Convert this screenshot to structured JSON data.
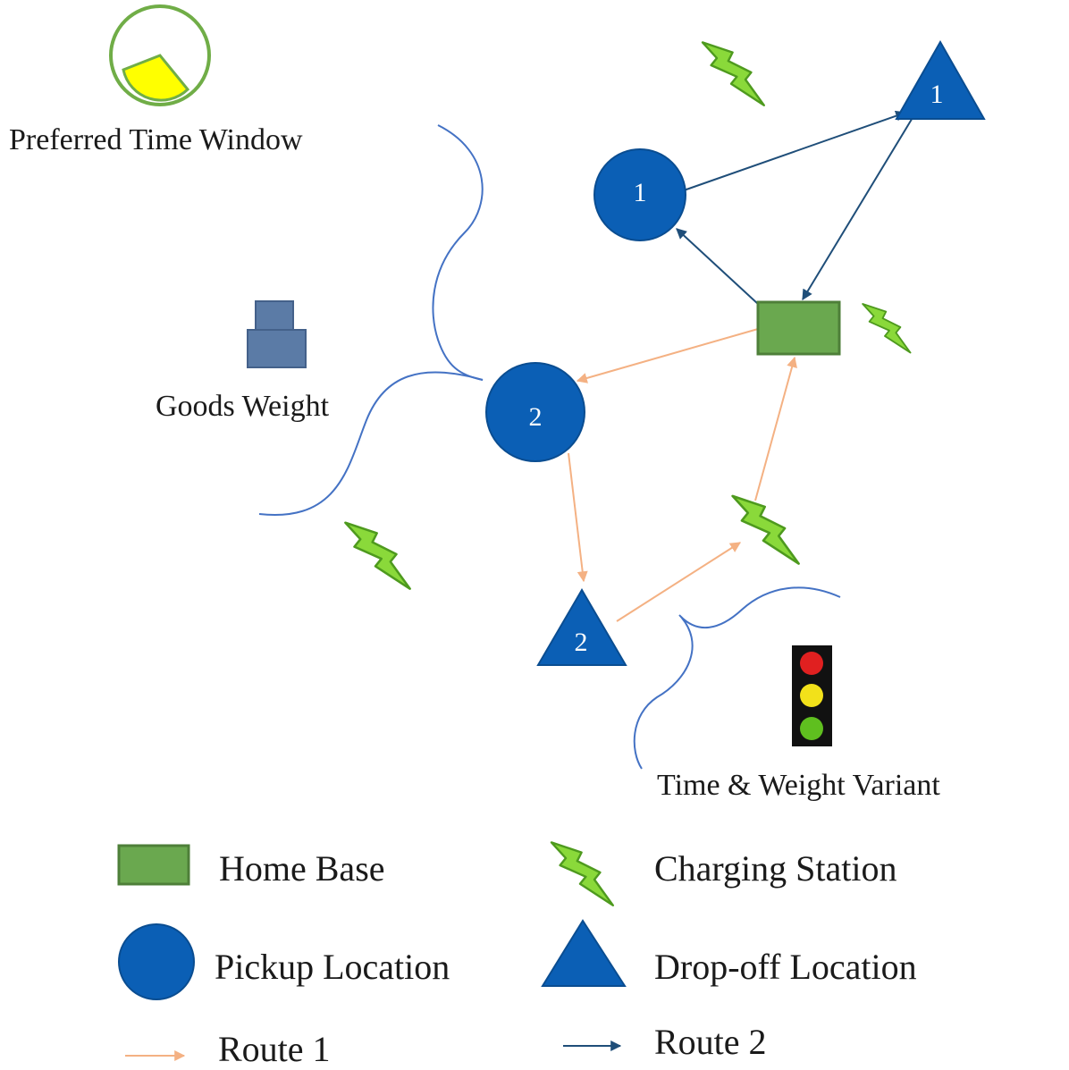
{
  "labels": {
    "preferred_time_window": "Preferred Time Window",
    "goods_weight": "Goods Weight",
    "time_weight_variant": "Time & Weight Variant"
  },
  "nodes": {
    "pickup_1": "1",
    "pickup_2": "2",
    "dropoff_1": "1",
    "dropoff_2": "2"
  },
  "legend": {
    "home_base": "Home Base",
    "charging_station": "Charging Station",
    "pickup_location": "Pickup Location",
    "dropoff_location": "Drop-off Location",
    "route_1": "Route 1",
    "route_2": "Route 2"
  },
  "colors": {
    "pickup": "#0b5fb5",
    "dropoff": "#0b5fb5",
    "home_base": "#6aa84f",
    "charging": "#8ad93a",
    "route_1": "#f4b183",
    "route_2": "#1f4e79",
    "boundary": "#4472c4",
    "time_window_fill": "#ffff00",
    "time_window_ring": "#70ad47",
    "goods_weight": "#5b7ba6"
  }
}
